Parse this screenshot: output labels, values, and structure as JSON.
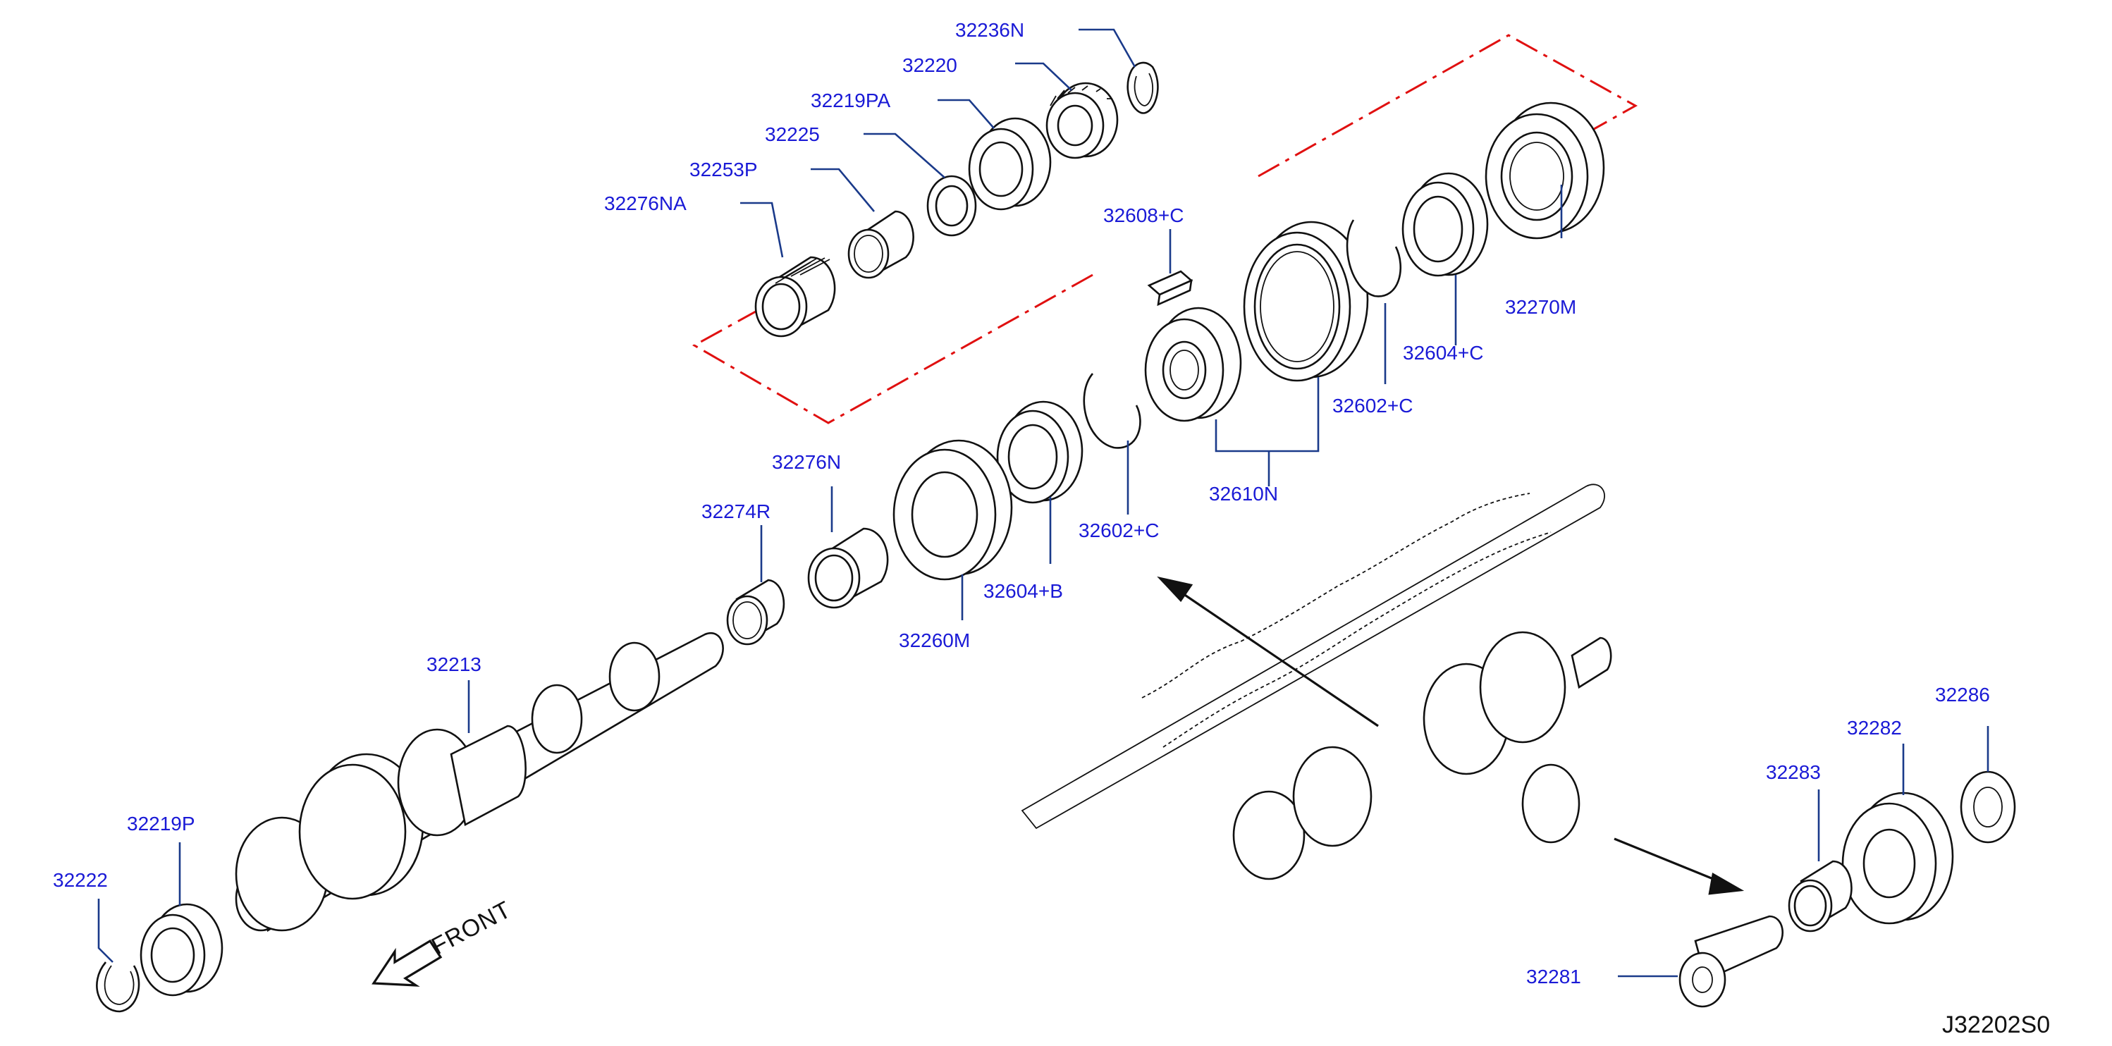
{
  "labels": [
    {
      "id": "32236N",
      "text": "32236N"
    },
    {
      "id": "32220",
      "text": "32220"
    },
    {
      "id": "32219PA",
      "text": "32219PA"
    },
    {
      "id": "32225",
      "text": "32225"
    },
    {
      "id": "32253P",
      "text": "32253P"
    },
    {
      "id": "32276NA",
      "text": "32276NA"
    },
    {
      "id": "32608C",
      "text": "32608+C"
    },
    {
      "id": "32270M",
      "text": "32270M"
    },
    {
      "id": "32604C",
      "text": "32604+C"
    },
    {
      "id": "32602C_upper",
      "text": "32602+C"
    },
    {
      "id": "32610N",
      "text": "32610N"
    },
    {
      "id": "32276N",
      "text": "32276N"
    },
    {
      "id": "32274R",
      "text": "32274R"
    },
    {
      "id": "32602C_lower",
      "text": "32602+C"
    },
    {
      "id": "32604B",
      "text": "32604+B"
    },
    {
      "id": "32260M",
      "text": "32260M"
    },
    {
      "id": "32213",
      "text": "32213"
    },
    {
      "id": "32219P",
      "text": "32219P"
    },
    {
      "id": "32222",
      "text": "32222"
    },
    {
      "id": "32286",
      "text": "32286"
    },
    {
      "id": "32282",
      "text": "32282"
    },
    {
      "id": "32283",
      "text": "32283"
    },
    {
      "id": "32281",
      "text": "32281"
    }
  ],
  "front_label": "FRONT",
  "diagram_code": "J32202S0",
  "colors": {
    "label": "#1a1ad6",
    "leader": "#1a3a8a",
    "dash": "#e01010",
    "line": "#111111"
  }
}
